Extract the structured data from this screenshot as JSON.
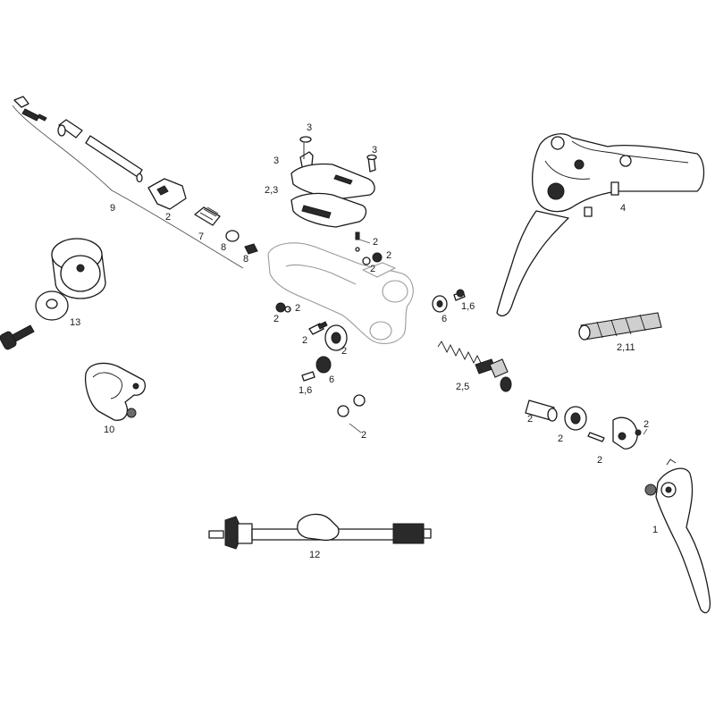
{
  "callouts": {
    "p1": "1",
    "p2_a": "2",
    "p2_b": "2",
    "p2_c": "2",
    "p2_d": "2",
    "p2_e": "2",
    "p2_f": "2",
    "p2_g": "2",
    "p2_h": "2",
    "p2_i": "2",
    "p2_j": "2",
    "p2_k": "2",
    "p2_3": "2,3",
    "p2_5": "2,5",
    "p2_11": "2,11",
    "p3_a": "3",
    "p3_b": "3",
    "p3_c": "3",
    "p4": "4",
    "p6_a": "6",
    "p6_b": "6",
    "p7": "7",
    "p8_a": "8",
    "p8_b": "8",
    "p9": "9",
    "p10": "10",
    "p12": "12",
    "p13": "13",
    "p1_6_a": "1,6",
    "p1_6_b": "1,6"
  },
  "colors": {
    "line": "#1a1a1a",
    "ghost_body": "#9a9a9a",
    "fill_dark": "#2a2a2a",
    "fill_grey": "#cfcfcf"
  }
}
